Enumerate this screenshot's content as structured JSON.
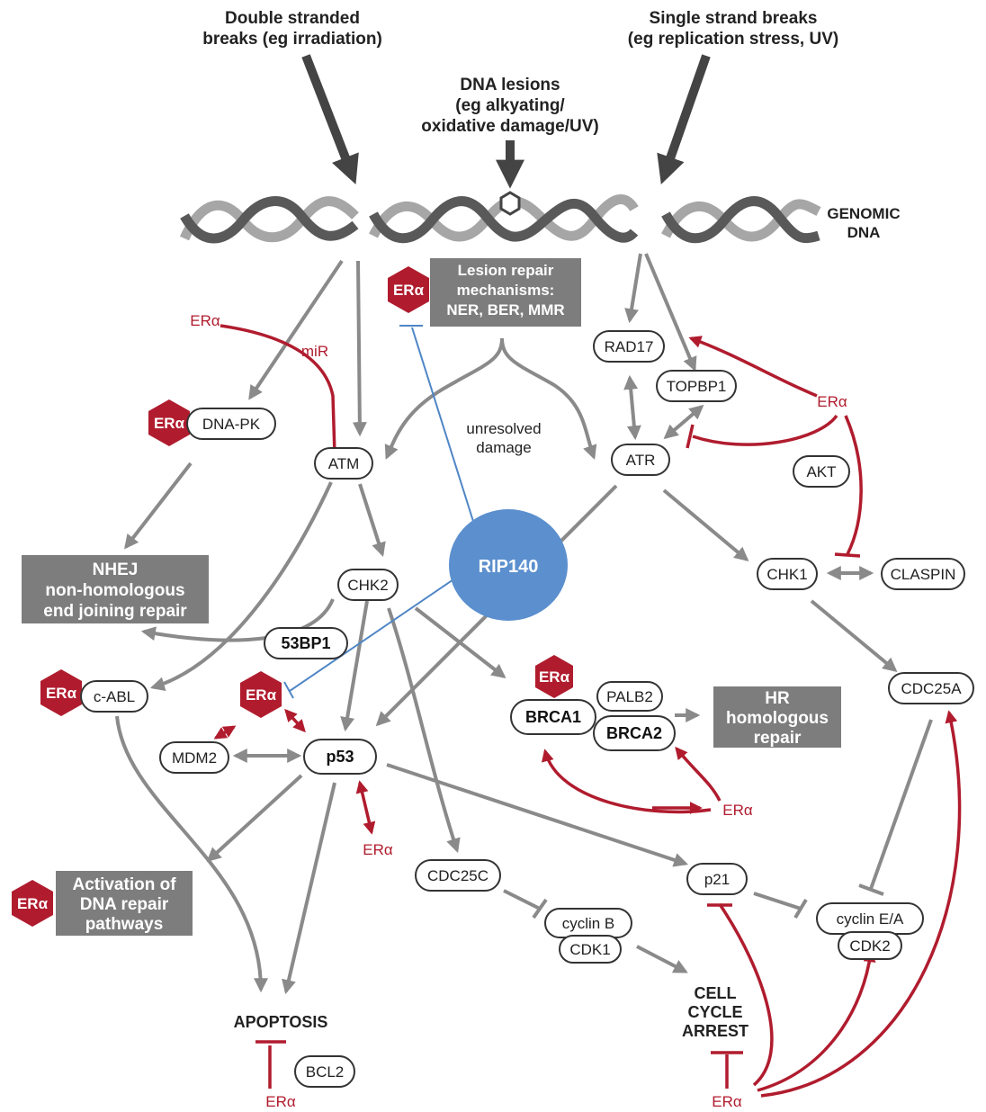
{
  "inputs": {
    "dsb": [
      "Double stranded",
      "breaks (eg irradiation)"
    ],
    "ssb": [
      "Single strand breaks",
      "(eg replication stress, UV)"
    ],
    "lesions": [
      "DNA lesions",
      "(eg alkyating/",
      "oxidative damage/UV)"
    ]
  },
  "genomic_dna": [
    "GENOMIC",
    "DNA"
  ],
  "era_symbol": "ERα",
  "labels": {
    "mir": "miR",
    "unresolved": [
      "unresolved",
      "damage"
    ],
    "rip140": "RIP140"
  },
  "boxes": {
    "lesion_repair": [
      "Lesion repair",
      "mechanisms:",
      "NER, BER, MMR"
    ],
    "nhej": [
      "NHEJ",
      "non-homologous",
      "end joining repair"
    ],
    "hr": [
      "HR",
      "homologous",
      "repair"
    ],
    "activation": [
      "Activation of",
      "DNA repair",
      "pathways"
    ]
  },
  "nodes": {
    "dnapk": "DNA-PK",
    "atm": "ATM",
    "atr": "ATR",
    "rad17": "RAD17",
    "topbp1": "TOPBP1",
    "akt": "AKT",
    "chk1": "CHK1",
    "claspin": "CLASPIN",
    "chk2": "CHK2",
    "bp53_1": "53BP1",
    "cabl": "c-ABL",
    "mdm2": "MDM2",
    "p53": "p53",
    "brca1": "BRCA1",
    "palb2": "PALB2",
    "brca2": "BRCA2",
    "cdc25a": "CDC25A",
    "cdc25c": "CDC25C",
    "cyclinb": "cyclin B",
    "cdk1": "CDK1",
    "p21": "p21",
    "cyclinea": "cyclin E/A",
    "cdk2": "CDK2",
    "bcl2": "BCL2"
  },
  "outcomes": {
    "apoptosis": "APOPTOSIS",
    "arrest": [
      "CELL",
      "CYCLE",
      "ARREST"
    ]
  },
  "colors": {
    "era_red": "#b01c2e",
    "arrow_gray": "#8a8a8a",
    "box_gray": "#7d7d7d",
    "rip140_blue": "#5b8fce",
    "dna_dark": "#595959",
    "dna_light": "#a6a6a6"
  }
}
